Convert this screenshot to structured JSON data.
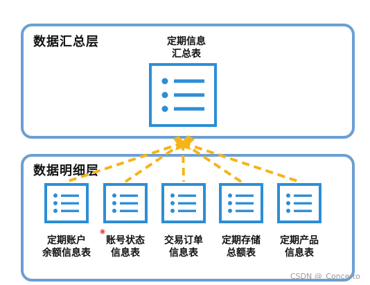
{
  "summary_layer": {
    "title": "数据汇总层",
    "table": {
      "line1": "定期信息",
      "line2": "汇总表"
    }
  },
  "detail_layer": {
    "title": "数据明细层",
    "tables": [
      {
        "line1": "定期账户",
        "line2": "余额信息表"
      },
      {
        "line1": "账号状态",
        "line2": "信息表"
      },
      {
        "line1": "交易订单",
        "line2": "信息表"
      },
      {
        "line1": "定期存储",
        "line2": "总额表"
      },
      {
        "line1": "定期产品",
        "line2": "信息表"
      }
    ]
  },
  "watermark": "CSDN @_Concerto",
  "colors": {
    "box_border": "#6b9fd4",
    "icon_blue": "#2c8ed6",
    "connector": "#f4b41a"
  }
}
